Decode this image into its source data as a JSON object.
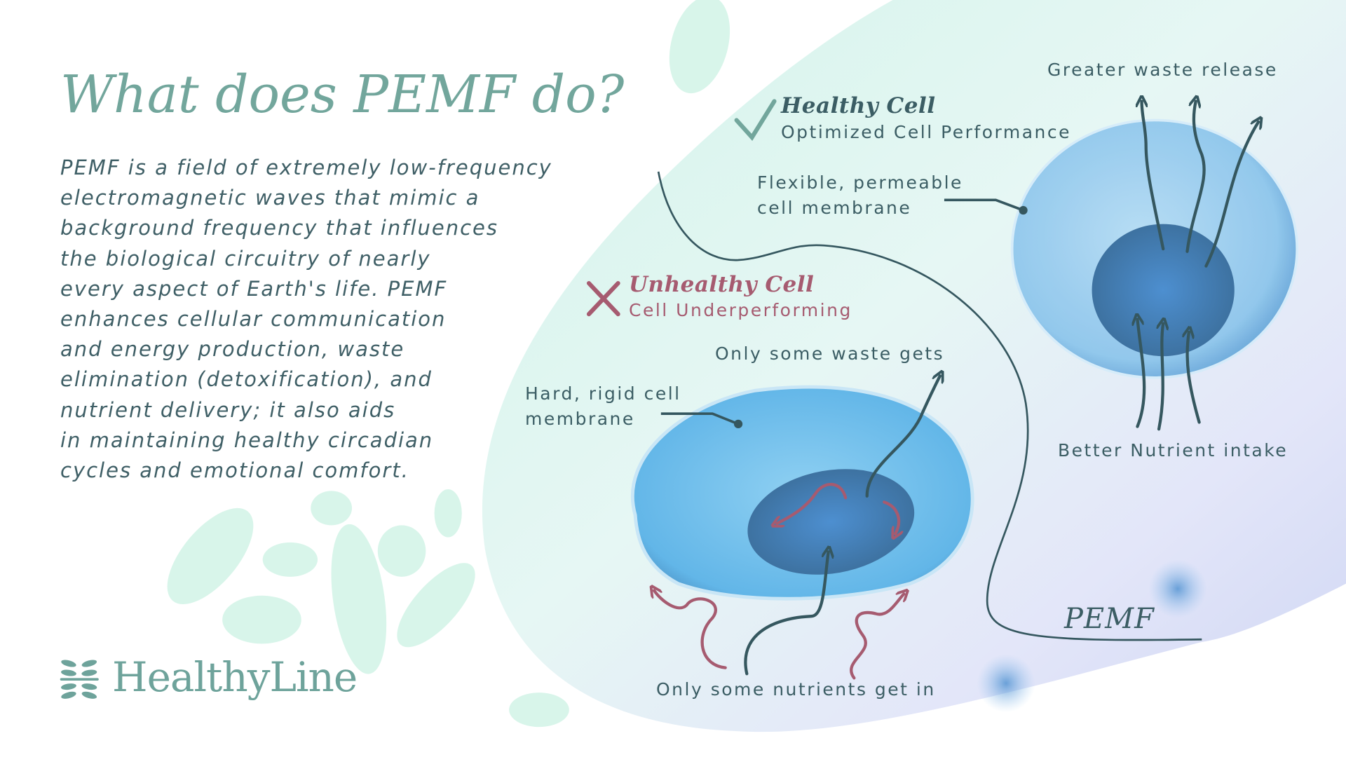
{
  "title": "What does PEMF do?",
  "description_lines": [
    "PEMF is a field of extremely low-frequency",
    "electromagnetic waves that mimic a",
    "background frequency that influences",
    "the biological circuitry of nearly",
    "every aspect of Earth's life. PEMF",
    "enhances cellular communication",
    "and energy production, waste",
    "elimination (detoxification), and",
    "nutrient delivery; it also aids",
    "in maintaining healthy circadian",
    "cycles and emotional comfort."
  ],
  "logo": {
    "name": "HealthyLine",
    "icon": "leaf-mark-icon"
  },
  "healthy": {
    "heading": "Healthy Cell",
    "subheading": "Optimized Cell Performance",
    "waste_label": "Greater waste release",
    "membrane_label": [
      "Flexible, permeable",
      "cell membrane"
    ],
    "nutrient_label": "Better Nutrient intake",
    "icon": "check-icon"
  },
  "unhealthy": {
    "heading": "Unhealthy Cell",
    "subheading": "Cell Underperforming",
    "waste_label": "Only some waste gets",
    "membrane_label": [
      "Hard, rigid cell",
      "membrane"
    ],
    "nutrient_label": "Only some nutrients get in",
    "icon": "x-icon"
  },
  "pemf_label": "PEMF",
  "colors": {
    "brand": "#72a69c",
    "text": "#3b5d64",
    "negative": "#a65b70",
    "mint": "#d8f5ea"
  }
}
